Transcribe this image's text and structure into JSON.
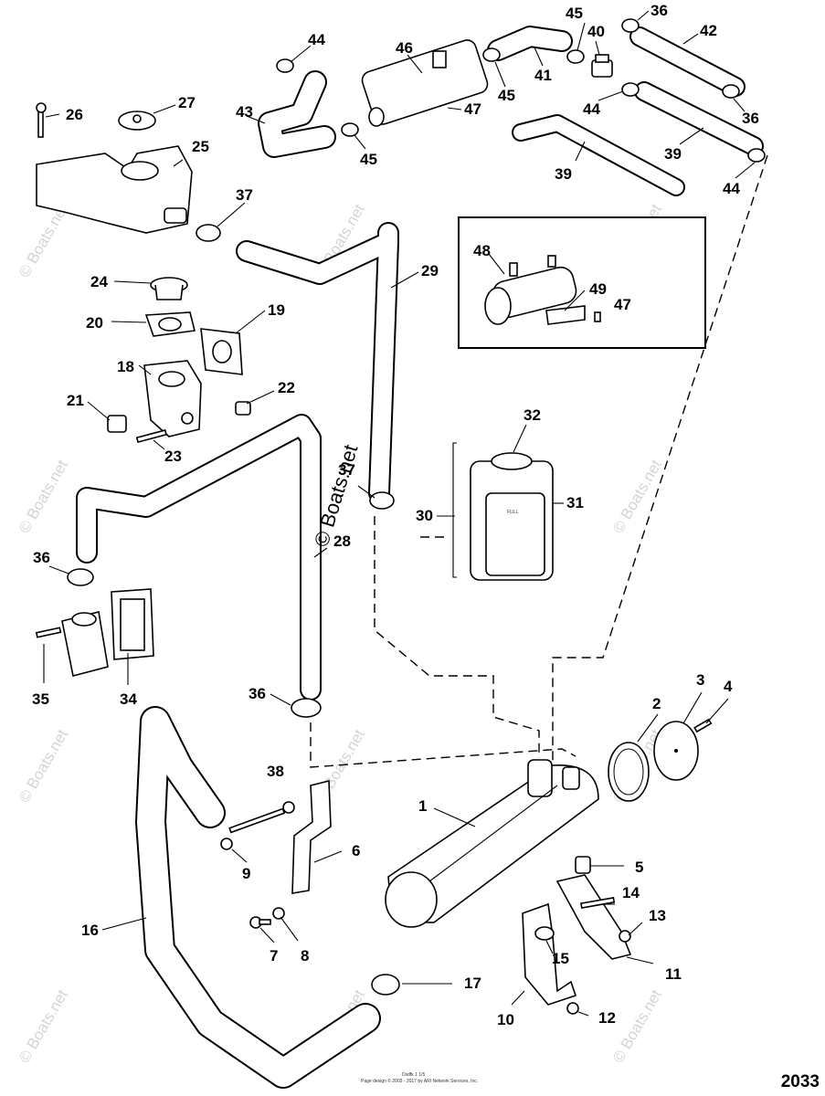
{
  "diagram": {
    "drawing_number": "2033",
    "watermark": "© Boats.net",
    "copyright_line1": "Dsdfk 1 1/5",
    "copyright_line2": "Page design © 2003 - 2017 by ARI Network Services, Inc.",
    "part_callouts": [
      "1",
      "2",
      "3",
      "4",
      "5",
      "6",
      "7",
      "8",
      "9",
      "10",
      "11",
      "12",
      "13",
      "14",
      "15",
      "16",
      "17",
      "18",
      "19",
      "20",
      "21",
      "22",
      "23",
      "24",
      "25",
      "26",
      "27",
      "28",
      "29",
      "30",
      "31",
      "32",
      "34",
      "35",
      "36",
      "37",
      "38",
      "39",
      "40",
      "41",
      "42",
      "43",
      "44",
      "45",
      "46",
      "47",
      "48",
      "49"
    ],
    "reservoir_label": "FULL"
  }
}
